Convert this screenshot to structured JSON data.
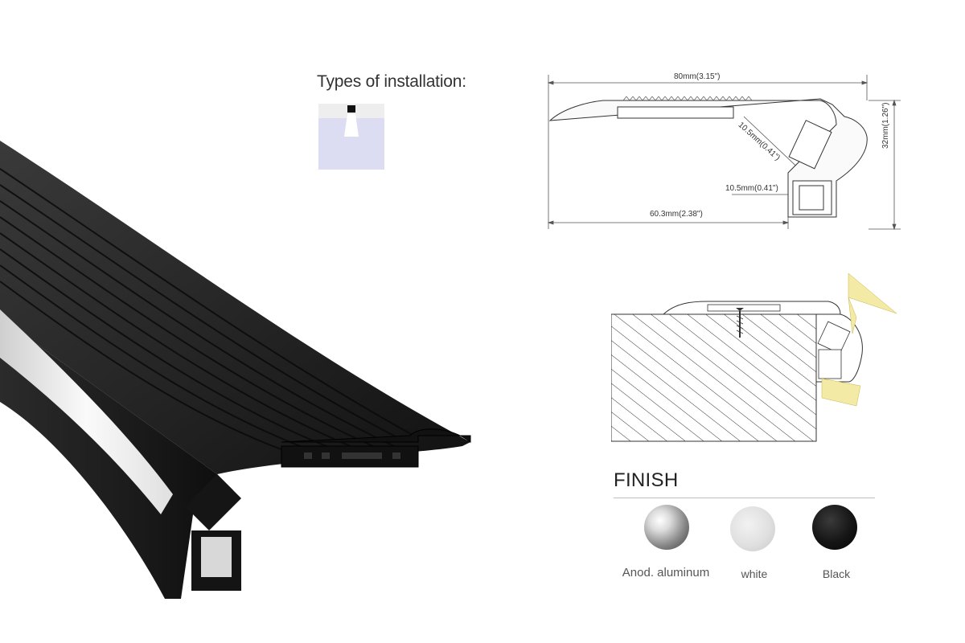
{
  "installation": {
    "title": "Types of installation:",
    "icon_name": "recessed-install-icon"
  },
  "dimensions": {
    "overall_width": "80mm(3.15\")",
    "overall_height": "32mm(1.26\")",
    "diagonal_channel": "10.5mm(0.41\")",
    "lower_channel": "10.5mm(0.41\")",
    "tread_depth": "60.3mm(2.38\")"
  },
  "finish": {
    "title": "FINISH",
    "options": [
      {
        "label": "Anod. aluminum",
        "color": "#bfbfbf"
      },
      {
        "label": "white",
        "color": "#e3e3e3"
      },
      {
        "label": "Black",
        "color": "#151515"
      }
    ]
  },
  "colors": {
    "profile_black": "#1c1c1c",
    "diffuser": "#f2f2f2",
    "light_beam": "#f3eaa6",
    "line": "#4a4a4a"
  }
}
